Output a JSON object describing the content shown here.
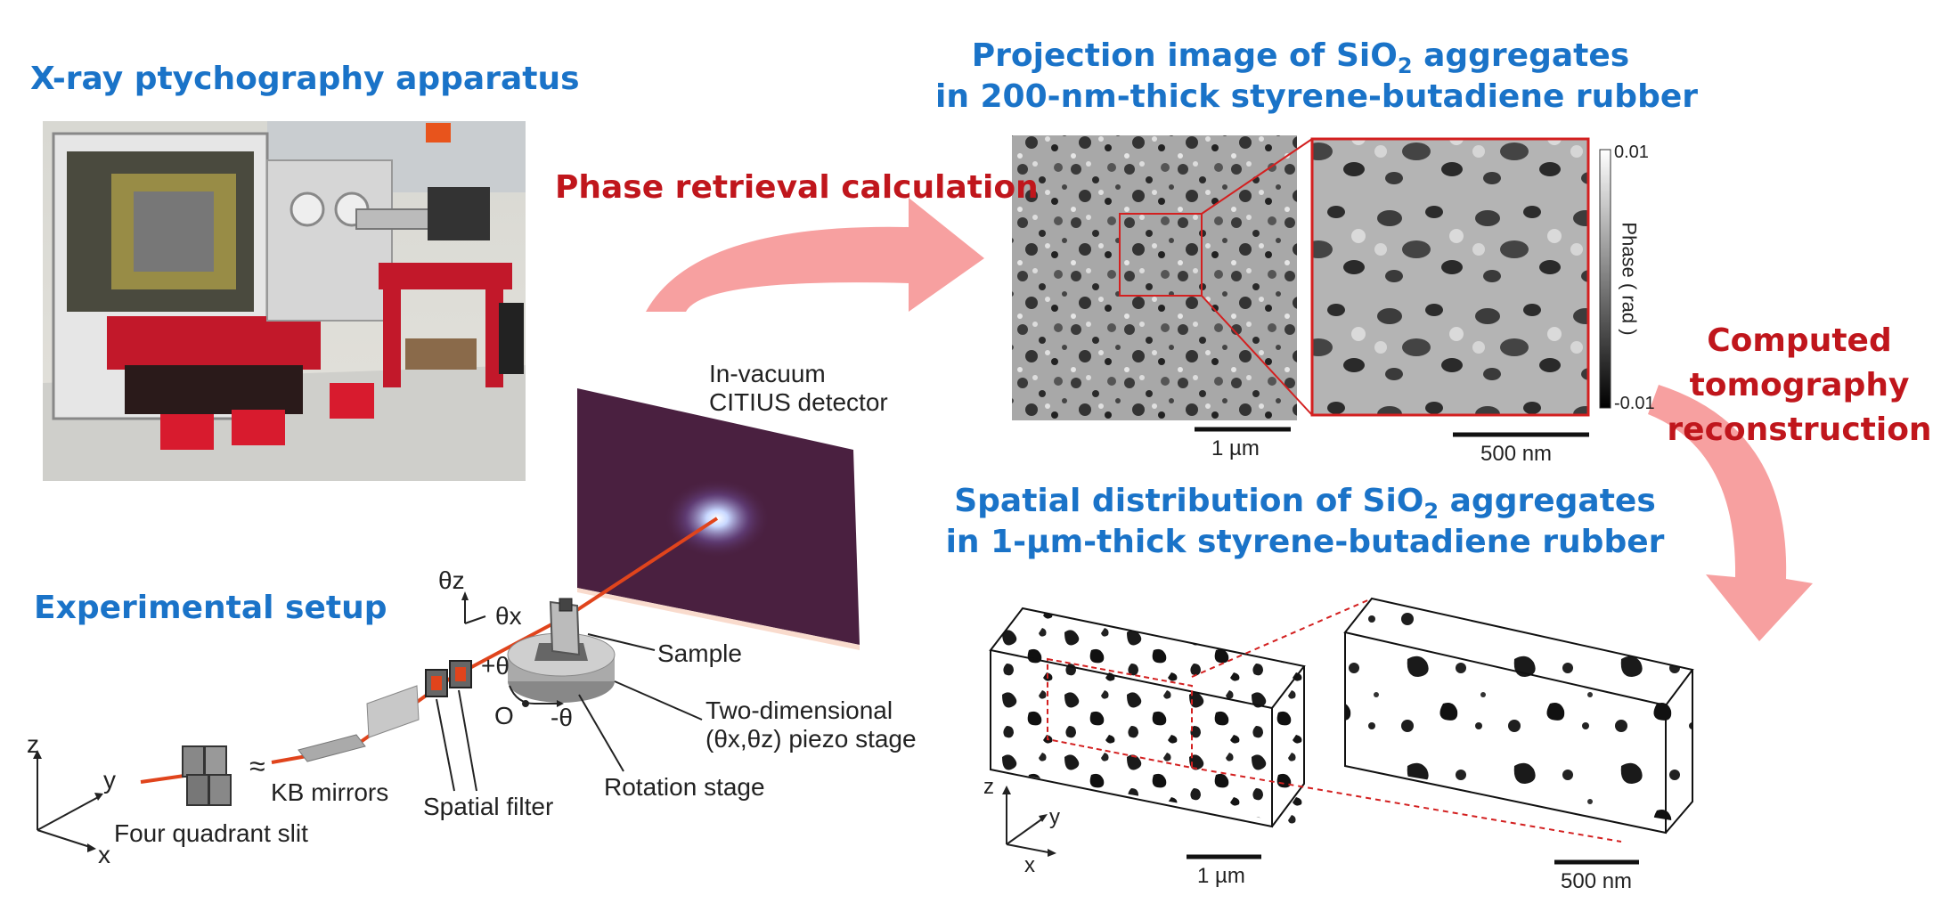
{
  "titles": {
    "apparatus": "X-ray ptychography apparatus",
    "setup": "Experimental setup",
    "projection_line1": "Projection image of SiO",
    "projection_sub": "2",
    "projection_line1_end": " aggregates",
    "projection_line2": "in 200-nm-thick styrene-butadiene rubber",
    "spatial_line1": "Spatial distribution of SiO",
    "spatial_sub": "2",
    "spatial_line1_end": " aggregates",
    "spatial_line2": "in 1-µm-thick styrene-butadiene rubber"
  },
  "arrows": {
    "phase": "Phase retrieval calculation",
    "ct_line1": "Computed",
    "ct_line2": "tomography",
    "ct_line3": "reconstruction"
  },
  "setup_labels": {
    "detector_line1": "In-vacuum",
    "detector_line2": "CITIUS detector",
    "sample": "Sample",
    "piezo_line1": "Two-dimensional",
    "piezo_line2": "(θx,θz) piezo stage",
    "rotation": "Rotation stage",
    "spatial_filter": "Spatial filter",
    "kb": "KB mirrors",
    "slit": "Four quadrant slit",
    "theta_z": "θz",
    "theta_x": "θx",
    "plus_theta": "+θ",
    "minus_theta": "-θ",
    "origin": "O",
    "approx": "≈",
    "axis_z": "z",
    "axis_y": "y",
    "axis_x": "x"
  },
  "projection": {
    "colorbar_max": "0.01",
    "colorbar_min": "-0.01",
    "colorbar_label": "Phase ( rad )",
    "scale_left": "1 µm",
    "scale_right": "500 nm"
  },
  "tomo": {
    "scale_left": "1 µm",
    "scale_right": "500 nm",
    "axis_z": "z",
    "axis_y": "y",
    "axis_x": "x"
  },
  "colors": {
    "blue": "#1a73c8",
    "red": "#c0161c",
    "arrow_pink": "#f7a0a0",
    "beam": "#e0441c",
    "detector": "#4a2040"
  }
}
